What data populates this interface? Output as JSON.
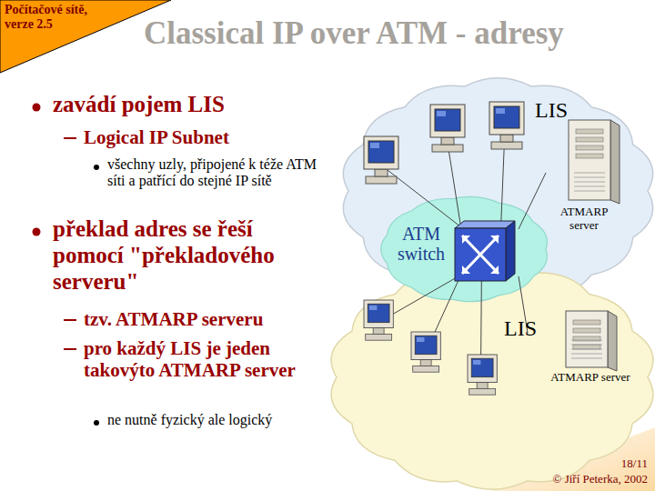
{
  "diagram": {
    "title": "Classical IP over ATM - adresy",
    "nodes": [
      {
        "text": [
          "LIS"
        ]
      },
      {
        "text": [
          "ATMARP server"
        ],
        "in": 0
      },
      {
        "text": [
          "LIS"
        ]
      },
      {
        "text": [
          "ATMARP server"
        ],
        "in": 2
      },
      {
        "text": [
          "ATM switch"
        ]
      }
    ],
    "edges": [
      {
        "from": 4,
        "to": 1,
        "arrow": "none"
      },
      {
        "from": 4,
        "to": 3,
        "arrow": "none"
      }
    ],
    "labels": [
      "Počítačové sítě, verze 2.5",
      "zavádí pojem LIS",
      "Logical IP Subnet",
      "všechny uzly, připojené k téže ATM síti a patřící do stejné IP sítě",
      "překlad adres se řeší pomocí \"překladového serveru\"",
      "tzv. ATMARP serveru",
      "pro každý LIS je jeden takovýto ATMARP server",
      "ne nutně fyzický ale logický",
      "18/11",
      "© Jiří Peterka, 2002"
    ]
  }
}
